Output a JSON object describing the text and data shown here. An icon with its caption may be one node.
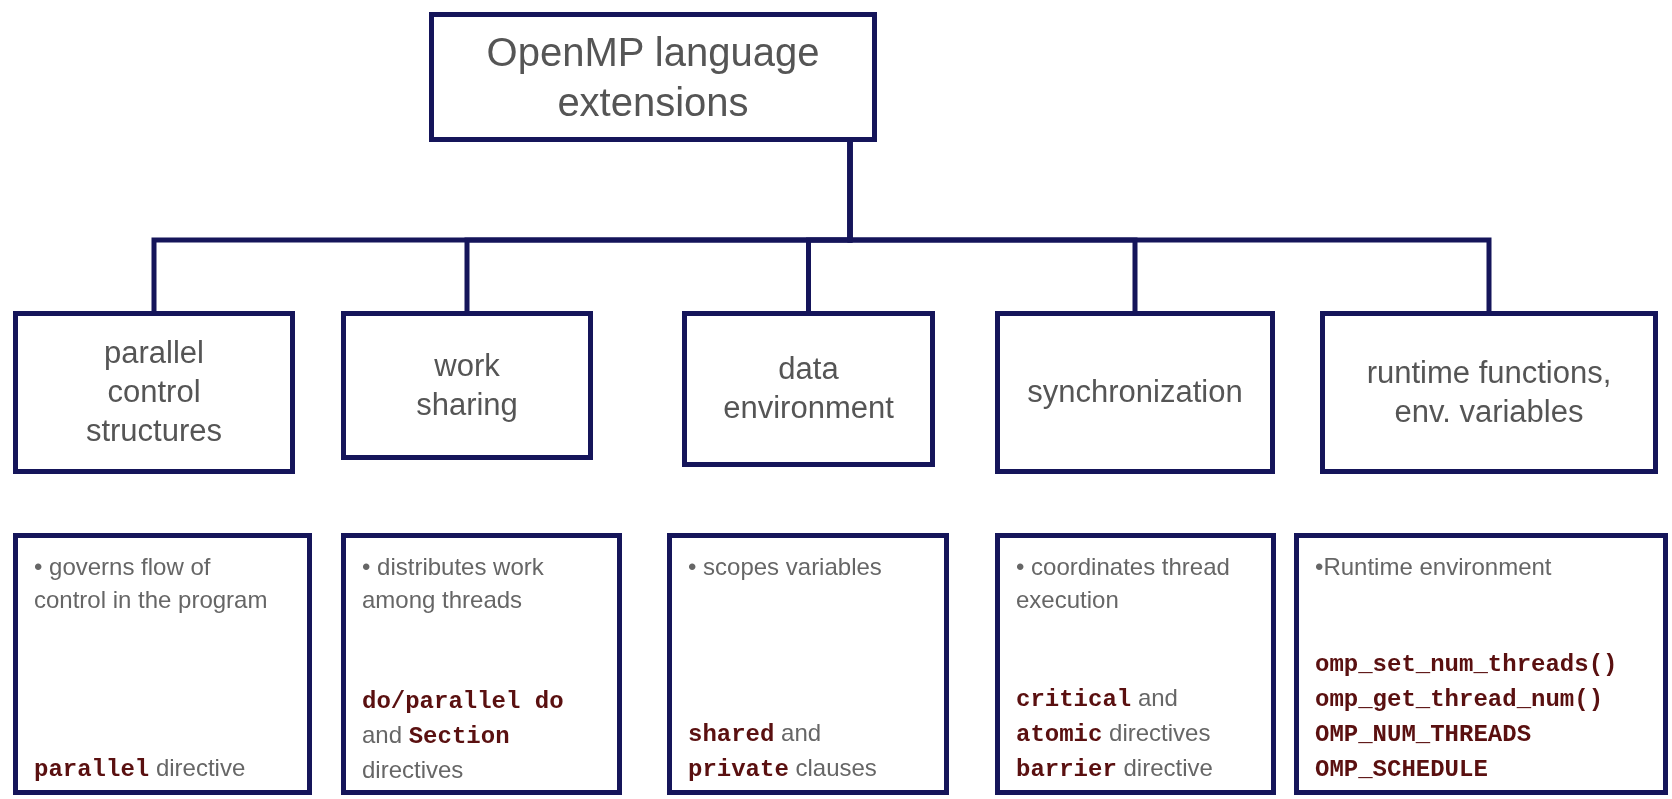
{
  "diagram": {
    "nodes": [
      {
        "text": [
          "OpenMP language extensions"
        ]
      },
      {
        "text": [
          "parallel control structures"
        ]
      },
      {
        "text": [
          "work sharing"
        ]
      },
      {
        "text": [
          "data environment"
        ]
      },
      {
        "text": [
          "synchronization"
        ]
      },
      {
        "text": [
          "runtime functions, env. variables"
        ]
      },
      {
        "text": [
          "• governs flow of control in the program",
          "**parallel** directive"
        ]
      },
      {
        "text": [
          "• distributes work among threads",
          "**do/parallel do** and **Section** directives"
        ]
      },
      {
        "text": [
          "• scopes variables",
          "**shared** and **private** clauses"
        ]
      },
      {
        "text": [
          "• coordinates thread execution",
          "**critical** and **atomic** directives",
          "**barrier** directive"
        ]
      },
      {
        "text": [
          "•Runtime environment",
          "**omp_set_num_threads()**",
          "**omp_get_thread_num()**",
          "**OMP_NUM_THREADS**",
          "**OMP_SCHEDULE**"
        ]
      }
    ],
    "edges": [
      {
        "from": 0,
        "to": 1,
        "arrow": "none"
      },
      {
        "from": 0,
        "to": 2,
        "arrow": "none"
      },
      {
        "from": 0,
        "to": 3,
        "arrow": "none"
      },
      {
        "from": 0,
        "to": 4,
        "arrow": "none"
      },
      {
        "from": 0,
        "to": 5,
        "arrow": "none"
      }
    ]
  }
}
